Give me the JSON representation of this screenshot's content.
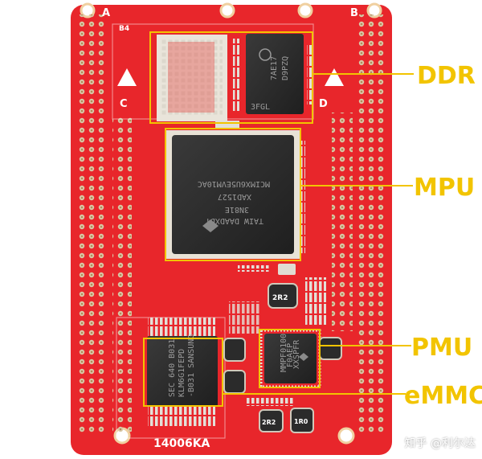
{
  "board": {
    "silkscreen": {
      "corner_a": "A",
      "corner_b": "B",
      "corner_c": "C",
      "corner_d": "D",
      "part_number": "14006KA",
      "ref_b4": "B4",
      "ref_2r2_top": "2R2",
      "ref_2r2_bottom": "2R2",
      "ref_1r0": "1R0"
    },
    "chips": {
      "ddr_marking": [
        "7AE17",
        "D9PZQ"
      ],
      "ddr_foot": "3FGL",
      "mpu_marking": [
        "MCIMX6U5EVM10AC",
        "XAD1527",
        "3N81E",
        "TAIW DAADXDT"
      ],
      "pmu_marking": [
        "MMPF0100",
        "F0AEP",
        "XXSPFR"
      ],
      "emmc_marking": [
        "SEC 640 B031",
        "KLM6G1FEPD",
        "-B031 SANSUNG"
      ]
    }
  },
  "callouts": [
    {
      "id": "ddr",
      "label": "DDR"
    },
    {
      "id": "mpu",
      "label": "MPU"
    },
    {
      "id": "pmu",
      "label": "PMU"
    },
    {
      "id": "emmc",
      "label": "eMMC"
    }
  ],
  "watermark": "知乎 @利尔达",
  "colors": {
    "pcb": "#e8262b",
    "callout": "#f2c400",
    "chip": "#2c2c2c",
    "pin": "#d9c9a8"
  }
}
